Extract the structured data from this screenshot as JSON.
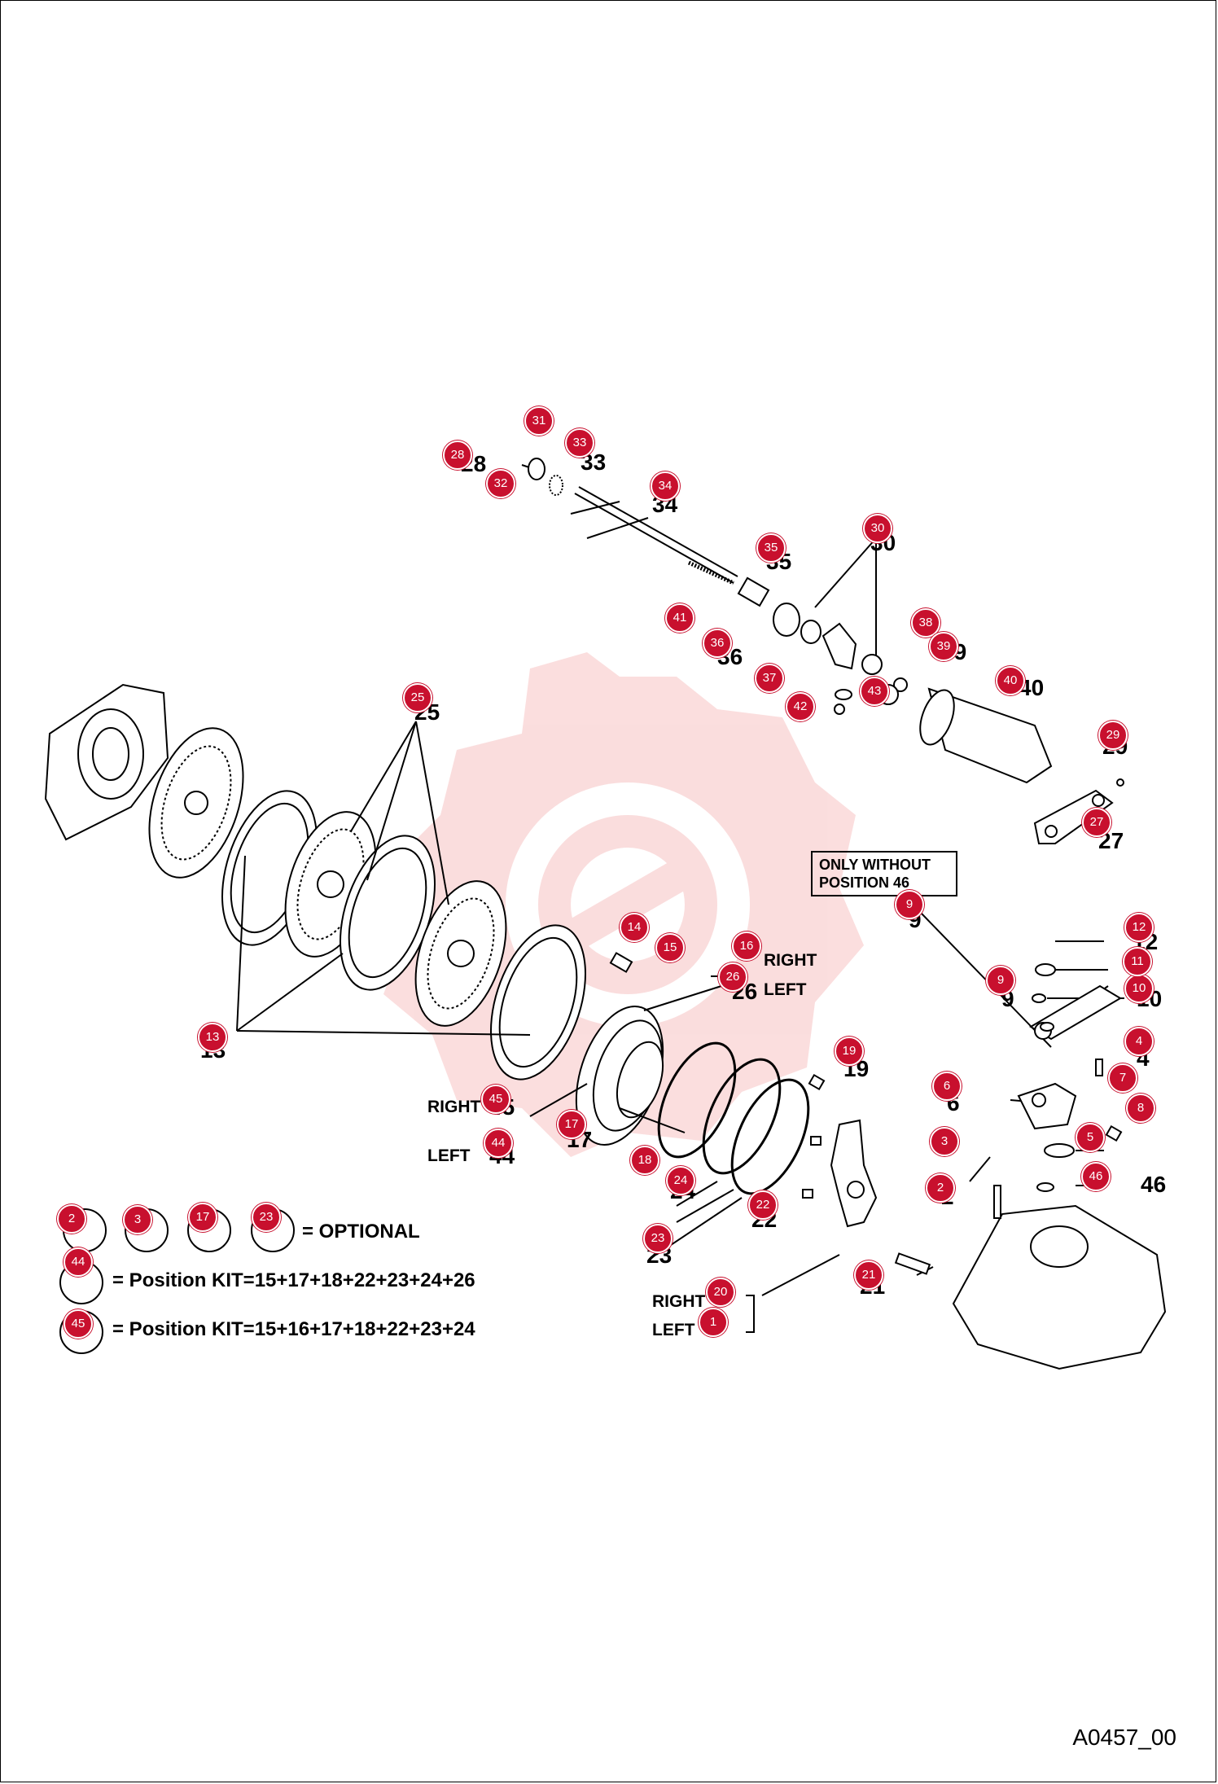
{
  "drawing_id": "A0457_00",
  "note_box": {
    "line1": "ONLY WITHOUT",
    "line2": "POSITION 46"
  },
  "side_labels": {
    "right": "RIGHT",
    "left": "LEFT"
  },
  "legend": {
    "optional": "= OPTIONAL",
    "kit44": "= Position KIT=15+17+18+22+23+24+26",
    "kit45": "= Position KIT=15+16+17+18+22+23+24",
    "optional_items": [
      "2",
      "3",
      "17",
      "23"
    ]
  },
  "part_numbers": [
    "1",
    "2",
    "3",
    "4",
    "5",
    "6",
    "7",
    "8",
    "9",
    "10",
    "11",
    "12",
    "13",
    "14",
    "15",
    "16",
    "17",
    "18",
    "19",
    "20",
    "21",
    "22",
    "23",
    "24",
    "25",
    "26",
    "27",
    "28",
    "29",
    "30",
    "31",
    "32",
    "33",
    "34",
    "35",
    "36",
    "37",
    "38",
    "39",
    "40",
    "41",
    "42",
    "43",
    "44",
    "45",
    "46"
  ],
  "colors": {
    "callout": "#c8102e",
    "line": "#000000",
    "watermark": "#f7c9c9"
  }
}
